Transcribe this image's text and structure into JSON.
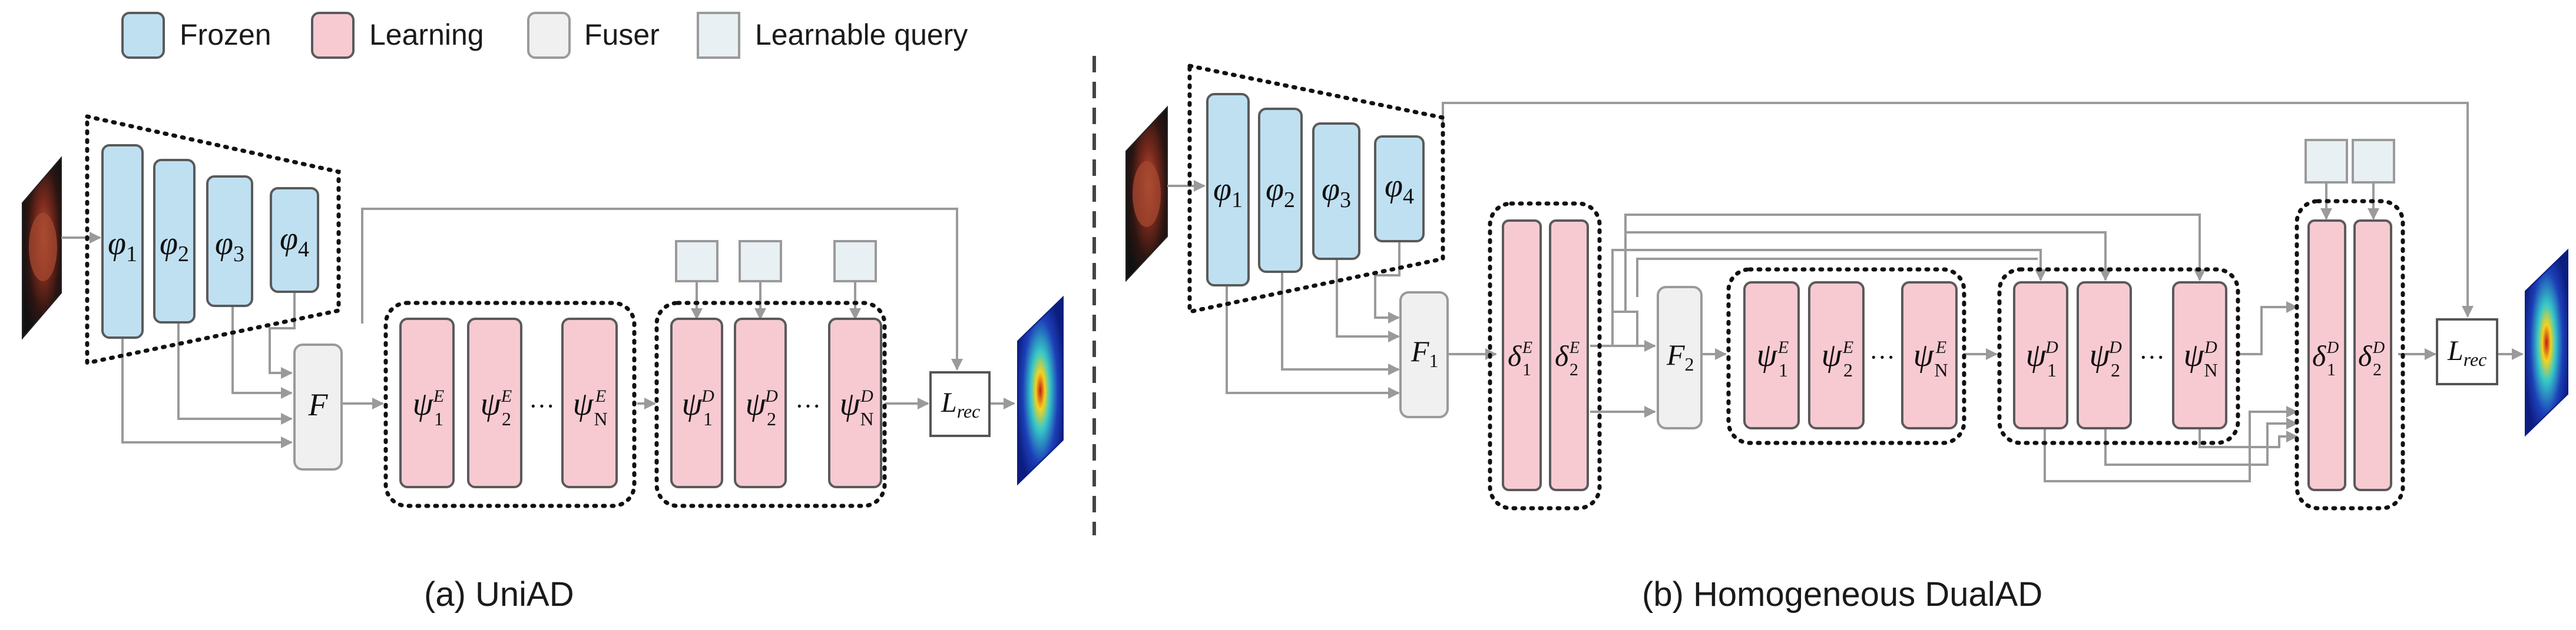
{
  "legend": {
    "frozen": "Frozen",
    "learning": "Learning",
    "fuser": "Fuser",
    "query": "Learnable query"
  },
  "captions": {
    "a": "(a)  UniAD",
    "b": "(b)  Homogeneous DualAD"
  },
  "uniad": {
    "encoders": [
      "φ1",
      "φ2",
      "φ3",
      "φ4"
    ],
    "fuser": "F",
    "enc_blocks": [
      "ψE1",
      "ψE2",
      "ψEN"
    ],
    "dec_blocks": [
      "ψD1",
      "ψD2",
      "ψDN"
    ],
    "loss": "Lrec",
    "ellipsis": "···"
  },
  "dualad": {
    "encoders": [
      "φ1",
      "φ2",
      "φ3",
      "φ4"
    ],
    "fuser1": "F1",
    "fuser2": "F2",
    "delta_enc": [
      "δE1",
      "δE2"
    ],
    "enc_blocks": [
      "ψE1",
      "ψE2",
      "ψEN"
    ],
    "dec_blocks": [
      "ψD1",
      "ψD2",
      "ψDN"
    ],
    "delta_dec": [
      "δD1",
      "δD2"
    ],
    "loss": "Lrec",
    "ellipsis": "···"
  },
  "colors": {
    "frozen": "#bfe0f1",
    "learning": "#f7cad2",
    "fuser": "#f0f0f0",
    "query": "#e8f0f3"
  }
}
